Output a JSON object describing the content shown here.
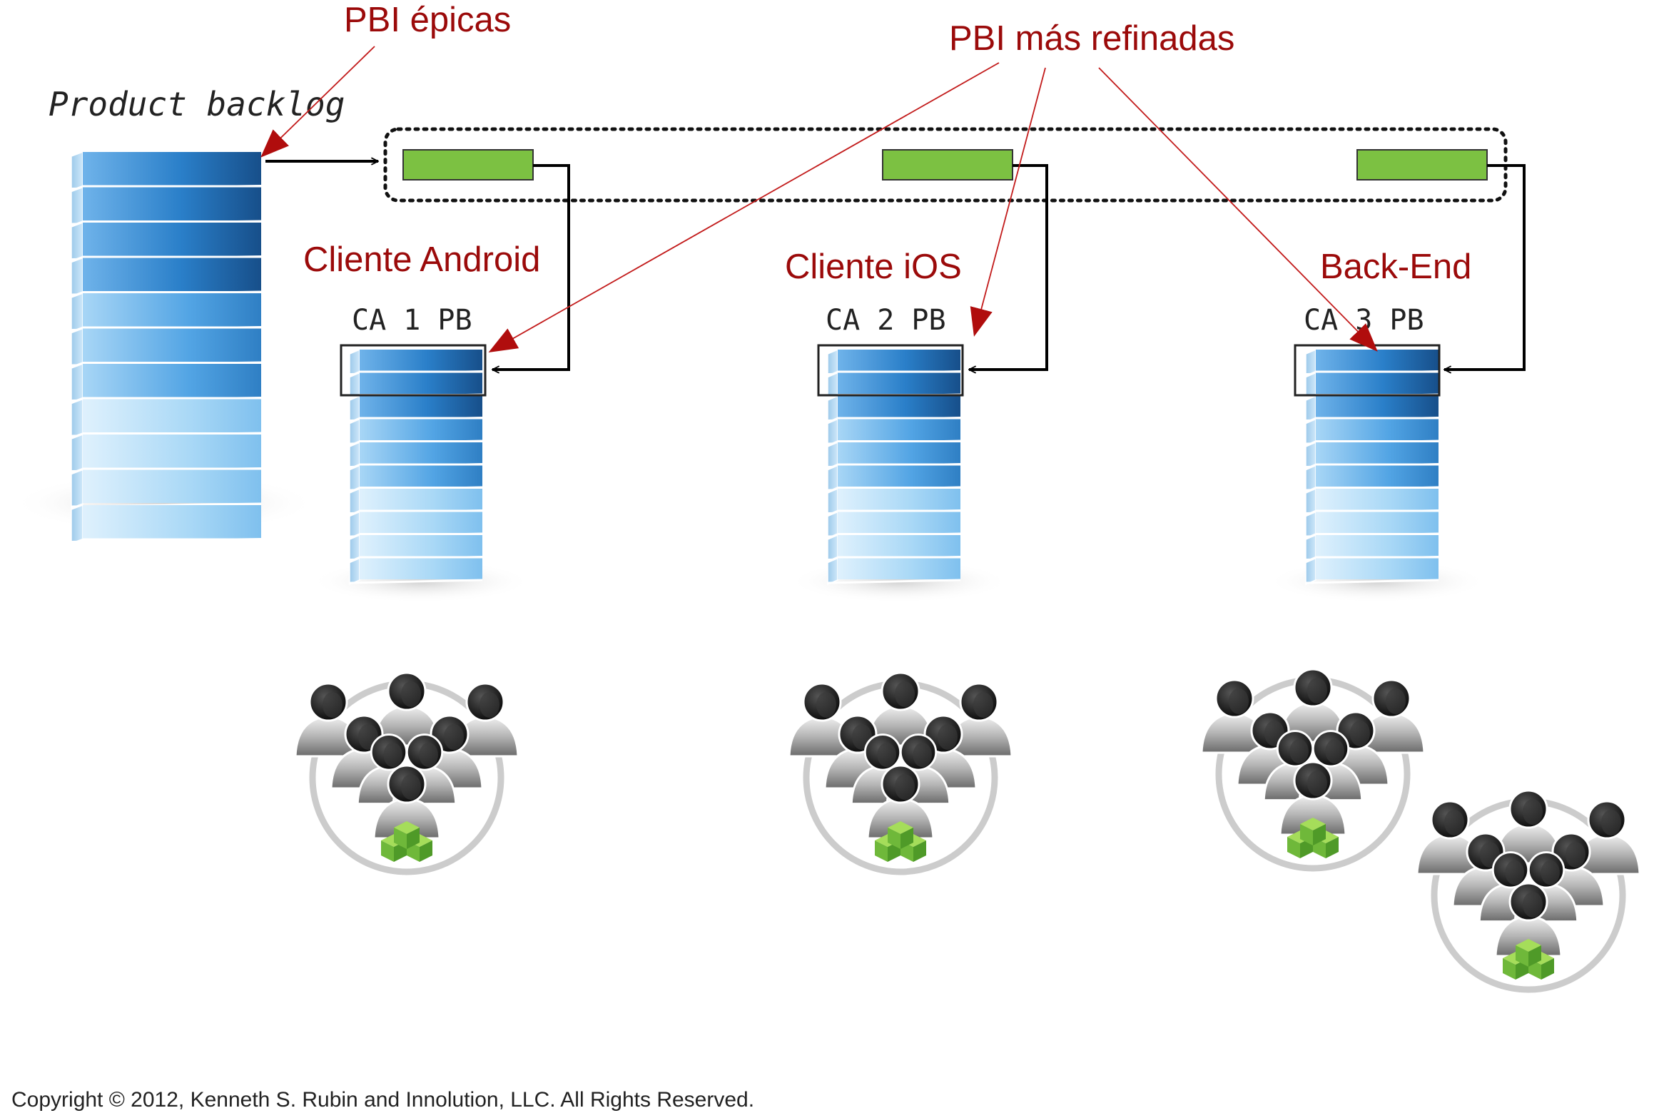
{
  "labels": {
    "product_backlog": "Product backlog",
    "pbi_epicas": "PBI épicas",
    "pbi_refinadas": "PBI más refinadas"
  },
  "teams": [
    {
      "name": "Cliente Android",
      "backlog": "CA 1 PB"
    },
    {
      "name": "Cliente iOS",
      "backlog": "CA 2 PB"
    },
    {
      "name": "Back-End",
      "backlog": "CA 3 PB"
    }
  ],
  "copyright": "Copyright © 2012, Kenneth S. Rubin and Innolution, LLC. All Rights Reserved.",
  "colors": {
    "label_red": "#9b0a0a",
    "pbi_green": "#7cc142",
    "backlog_blue": "#2a7fc9",
    "backlog_dark_blue": "#1a5a98",
    "backlog_light_blue": "#c6e6fb"
  },
  "icons": [
    "team-icon",
    "product-backlog-stack-icon",
    "arrow-icon"
  ]
}
